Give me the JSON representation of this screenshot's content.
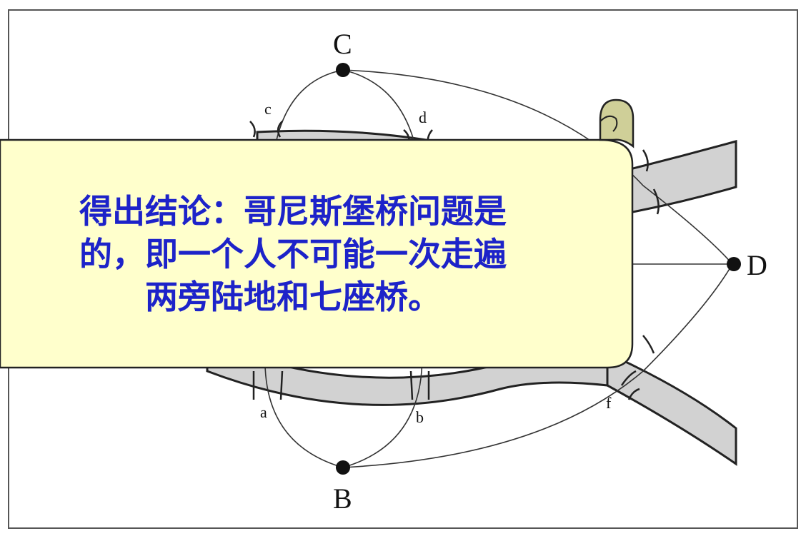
{
  "diagram": {
    "nodes": {
      "C": "C",
      "D": "D",
      "B": "B"
    },
    "bridges": {
      "a": "a",
      "b": "b",
      "c": "c",
      "d": "d",
      "f": "f"
    }
  },
  "callout": {
    "line1": "得出结论：哥尼斯堡桥问题是",
    "line2": "的，即一个人不可能一次走遍",
    "line3": "两旁陆地和七座桥。"
  },
  "colors": {
    "river": "#d2d2d2",
    "scroll_fill": "#ffffcc",
    "text": "#1d23c9"
  }
}
